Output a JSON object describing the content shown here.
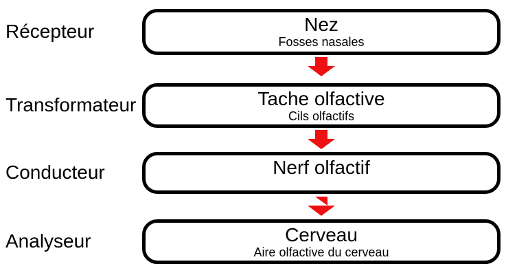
{
  "diagram": {
    "description": "Olfactory pathway flow diagram",
    "colors": {
      "background": "#ffffff",
      "box_border": "#000000",
      "text": "#000000",
      "arrow": "#ee1111"
    },
    "stages": [
      {
        "role": "Récepteur",
        "organ": "Nez",
        "detail": "Fosses nasales"
      },
      {
        "role": "Transformateur",
        "organ": "Tache olfactive",
        "detail": "Cils olfactifs"
      },
      {
        "role": "Conducteur",
        "organ": "Nerf olfactif"
      },
      {
        "role": "Analyseur",
        "organ": "Cerveau",
        "detail": "Aire olfactive du cerveau"
      }
    ],
    "connectors": [
      "down-arrow",
      "down-arrow",
      "down-arrow"
    ]
  }
}
